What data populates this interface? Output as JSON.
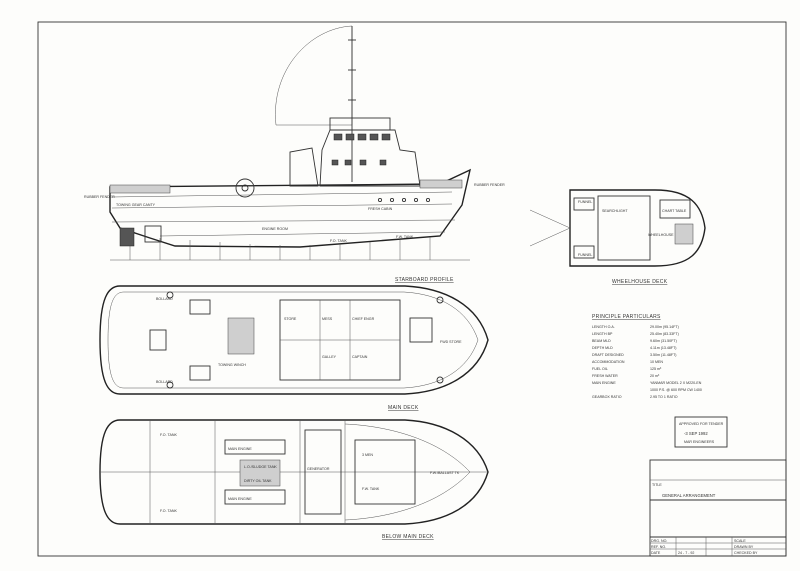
{
  "views": {
    "profile": "STARBOARD PROFILE",
    "main_deck": "MAIN DECK",
    "below_deck": "BELOW MAIN DECK",
    "wheelhouse": "WHEELHOUSE DECK"
  },
  "particulars": {
    "heading": "PRINCIPLE PARTICULARS",
    "rows": [
      {
        "label": "LENGTH O.A.",
        "value": "29.00m (95.14FT)"
      },
      {
        "label": "LENGTH BP",
        "value": "25.40m (83.33FT)"
      },
      {
        "label": "BEAM MLD",
        "value": "9.60m (31.50FT)"
      },
      {
        "label": "DEPTH MLD",
        "value": "4.11m (13.48FT)"
      },
      {
        "label": "DRAFT DESIGNED",
        "value": "3.50m (11.48FT)"
      },
      {
        "label": "ACCOMMODATION",
        "value": "10 MEN"
      },
      {
        "label": "FUEL OIL",
        "value": "125 m³"
      },
      {
        "label": "FRESH WATER",
        "value": "20 m³"
      },
      {
        "label": "MAIN ENGINE",
        "value": "YANMAR MODEL 2 X M220-EN"
      },
      {
        "label": "",
        "value": "1000 P.S. @ 600 RPM CW 1400"
      },
      {
        "label": "GEARBOX RATIO",
        "value": "2.95 TO 1 RATIO"
      }
    ]
  },
  "stamp": {
    "line1": "APPROVED FOR TENDER",
    "line2": "-3 SEP 1992",
    "line3": "MAR ENGINEERS"
  },
  "title_block": {
    "title_label": "TITLE",
    "title": "GENERAL ARRANGEMENT",
    "drg_no_label": "DRG. NO.",
    "ref_no_label": "REF. NO.",
    "date_label": "DATE",
    "date": "24 - 7 - 92",
    "scale_label": "SCALE",
    "drawn_by_label": "DRAWN BY",
    "checked_by_label": "CHECKED BY"
  },
  "labels": {
    "rubber_fender_aft": "RUBBER FENDER",
    "rubber_fender_fwd": "RUBBER FENDER",
    "towing_gear_aft": "TOWING GEAR CANTY",
    "engine_room": "ENGINE ROOM",
    "fresh_cabin": "FRESH CABIN",
    "fo_tank": "F.O. TANK",
    "fw_tank": "F.W. TANK",
    "bollard": "BOLLARD",
    "towing_winch": "TOWING WINCH",
    "galley": "GALLEY",
    "captain": "CAPTAIN",
    "mess": "MESS",
    "chief_engr": "CHIEF ENGR",
    "store": "STORE",
    "fwd_store": "FWD STORE",
    "main_engine": "MAIN ENGINE",
    "generator": "GENERATOR",
    "lo_sludge_tank": "L.O./SLUDGE TANK",
    "dirty_oil_tank": "DIRTY OIL TANK",
    "fw_tank2": "F.W. TANK",
    "fwd_peak": "F.W./BALLAST TK",
    "crew_men": "3 MEN",
    "searchlight": "SEARCHLIGHT",
    "chart_table": "CHART TABLE",
    "wheelhouse_lbl": "WHEELHOUSE",
    "funnel": "FUNNEL"
  }
}
